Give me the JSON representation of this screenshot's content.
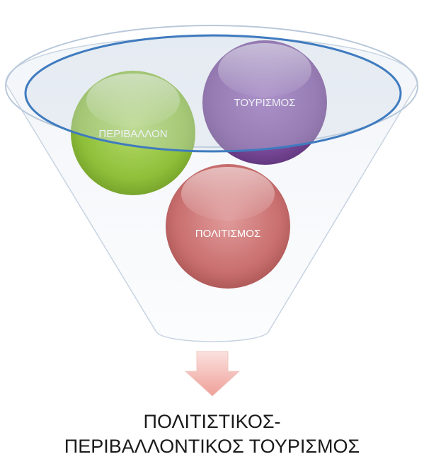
{
  "diagram": {
    "circles": [
      {
        "label": "ΠΕΡΙΒΑΛΛΟΝ",
        "color": "#8fbf3a"
      },
      {
        "label": "ΤΟΥΡΙΣΜΟΣ",
        "color": "#7a4a9a"
      },
      {
        "label": "ΠΟΛΙΤΙΣΜΟΣ",
        "color": "#c96e6e"
      }
    ],
    "funnel_color": "#4a84c4",
    "arrow_color": "#f2b8b3",
    "result": {
      "line1": "ΠΟΛΙΤΙΣΤΙΚΟΣ-",
      "line2": "ΠΕΡΙΒΑΛΛΟΝΤΙΚΟΣ ΤΟΥΡΙΣΜΟΣ"
    }
  }
}
